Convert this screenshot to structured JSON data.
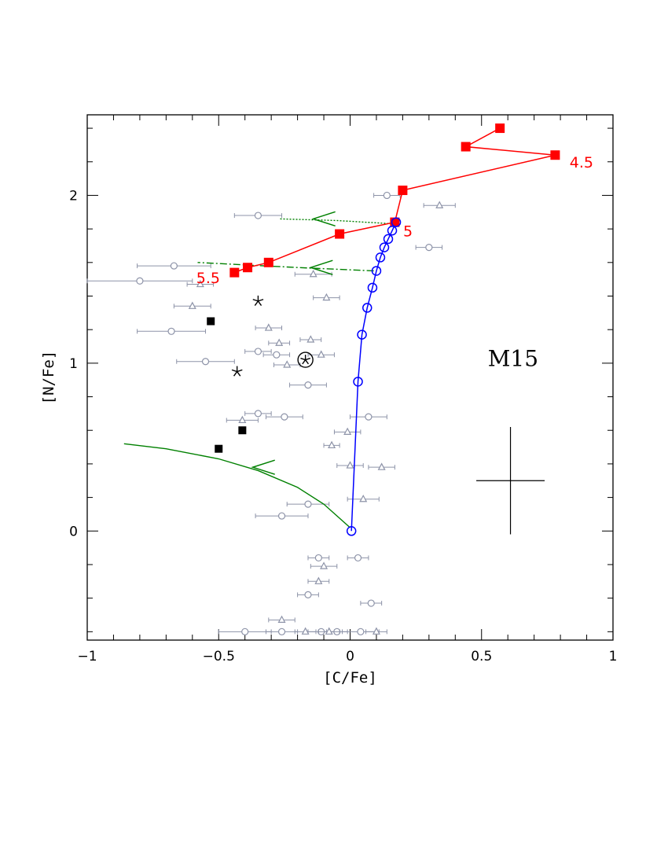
{
  "chart_data": {
    "type": "scatter",
    "title": "",
    "xlabel": "[C/Fe]",
    "ylabel": "[N/Fe]",
    "xlim": [
      -1,
      1
    ],
    "ylim": [
      -0.65,
      2.48
    ],
    "x_ticks": [
      {
        "value": -1,
        "label": "−1"
      },
      {
        "value": -0.5,
        "label": "−0.5"
      },
      {
        "value": 0,
        "label": "0"
      },
      {
        "value": 0.5,
        "label": "0.5"
      },
      {
        "value": 1,
        "label": "1"
      }
    ],
    "y_ticks": [
      {
        "value": 0,
        "label": "0"
      },
      {
        "value": 1,
        "label": "1"
      },
      {
        "value": 2,
        "label": "2"
      }
    ],
    "grid": false,
    "annotations": [
      {
        "text": "M15",
        "x": 0.62,
        "y": 1.03
      }
    ],
    "colors": {
      "model_red": "#ff0000",
      "model_blue": "#0000ff",
      "dilution_green": "#008000",
      "observed": "#8d93a8",
      "black": "#000000"
    },
    "red_track": {
      "points": [
        {
          "x": 0.57,
          "y": 2.4
        },
        {
          "x": 0.44,
          "y": 2.29
        },
        {
          "x": 0.78,
          "y": 2.24
        },
        {
          "x": 0.2,
          "y": 2.03
        },
        {
          "x": 0.17,
          "y": 1.84
        },
        {
          "x": -0.04,
          "y": 1.77
        },
        {
          "x": -0.31,
          "y": 1.6
        },
        {
          "x": -0.39,
          "y": 1.57
        },
        {
          "x": -0.44,
          "y": 1.54
        }
      ],
      "labels": [
        {
          "text": "4.5",
          "x": 0.88,
          "y": 2.2
        },
        {
          "text": "5",
          "x": 0.22,
          "y": 1.79
        },
        {
          "text": "5.5",
          "x": -0.54,
          "y": 1.51
        }
      ]
    },
    "blue_track": {
      "points": [
        {
          "x": 0.005,
          "y": 0.0
        },
        {
          "x": 0.03,
          "y": 0.89
        },
        {
          "x": 0.045,
          "y": 1.17
        },
        {
          "x": 0.065,
          "y": 1.33
        },
        {
          "x": 0.085,
          "y": 1.45
        },
        {
          "x": 0.1,
          "y": 1.55
        },
        {
          "x": 0.115,
          "y": 1.63
        },
        {
          "x": 0.13,
          "y": 1.69
        },
        {
          "x": 0.145,
          "y": 1.74
        },
        {
          "x": 0.16,
          "y": 1.79
        },
        {
          "x": 0.175,
          "y": 1.84
        }
      ]
    },
    "dilution_curves": [
      {
        "style": "solid",
        "points": [
          {
            "x": 0.0,
            "y": 0.02
          },
          {
            "x": -0.1,
            "y": 0.16
          },
          {
            "x": -0.2,
            "y": 0.26
          },
          {
            "x": -0.35,
            "y": 0.36
          },
          {
            "x": -0.5,
            "y": 0.43
          },
          {
            "x": -0.7,
            "y": 0.49
          },
          {
            "x": -0.86,
            "y": 0.52
          }
        ],
        "arrow": {
          "x": -0.37,
          "y": 0.38
        }
      },
      {
        "style": "dash-dot",
        "points": [
          {
            "x": 0.09,
            "y": 1.55
          },
          {
            "x": -0.2,
            "y": 1.57
          },
          {
            "x": -0.58,
            "y": 1.6
          }
        ],
        "arrow": {
          "x": -0.15,
          "y": 1.57
        }
      },
      {
        "style": "dotted",
        "points": [
          {
            "x": 0.17,
            "y": 1.83
          },
          {
            "x": -0.05,
            "y": 1.85
          },
          {
            "x": -0.27,
            "y": 1.86
          }
        ],
        "arrow": {
          "x": -0.14,
          "y": 1.86
        }
      }
    ],
    "observed_circles": [
      {
        "x": 0.14,
        "y": 2.0,
        "err": 0.05
      },
      {
        "x": -0.35,
        "y": 1.88,
        "err": 0.09
      },
      {
        "x": 0.3,
        "y": 1.69,
        "err": 0.05
      },
      {
        "x": -0.67,
        "y": 1.58,
        "err": 0.14
      },
      {
        "x": -0.8,
        "y": 1.49,
        "err": 0.2
      },
      {
        "x": -0.68,
        "y": 1.19,
        "err": 0.13
      },
      {
        "x": -0.35,
        "y": 1.07,
        "err": 0.05
      },
      {
        "x": -0.28,
        "y": 1.05,
        "err": 0.05
      },
      {
        "x": -0.55,
        "y": 1.01,
        "err": 0.11
      },
      {
        "x": -0.16,
        "y": 0.87,
        "err": 0.07
      },
      {
        "x": -0.35,
        "y": 0.7,
        "err": 0.05
      },
      {
        "x": -0.25,
        "y": 0.68,
        "err": 0.07
      },
      {
        "x": 0.07,
        "y": 0.68,
        "err": 0.07
      },
      {
        "x": -0.16,
        "y": 0.16,
        "err": 0.08
      },
      {
        "x": -0.26,
        "y": 0.09,
        "err": 0.1
      },
      {
        "x": -0.12,
        "y": -0.16,
        "err": 0.04
      },
      {
        "x": 0.03,
        "y": -0.16,
        "err": 0.04
      },
      {
        "x": -0.16,
        "y": -0.38,
        "err": 0.04
      },
      {
        "x": 0.08,
        "y": -0.43,
        "err": 0.04
      },
      {
        "x": -0.4,
        "y": -0.6,
        "err": 0.1
      },
      {
        "x": -0.26,
        "y": -0.6,
        "err": 0.06
      },
      {
        "x": -0.11,
        "y": -0.6,
        "err": 0.05
      },
      {
        "x": -0.05,
        "y": -0.6,
        "err": 0.04
      },
      {
        "x": 0.04,
        "y": -0.6,
        "err": 0.07
      }
    ],
    "observed_triangles": [
      {
        "x": 0.34,
        "y": 1.94,
        "err": 0.06
      },
      {
        "x": -0.14,
        "y": 1.53,
        "err": 0.07
      },
      {
        "x": -0.57,
        "y": 1.47,
        "err": 0.05
      },
      {
        "x": -0.6,
        "y": 1.34,
        "err": 0.07
      },
      {
        "x": -0.09,
        "y": 1.39,
        "err": 0.05
      },
      {
        "x": -0.31,
        "y": 1.21,
        "err": 0.05
      },
      {
        "x": -0.15,
        "y": 1.14,
        "err": 0.04
      },
      {
        "x": -0.27,
        "y": 1.12,
        "err": 0.04
      },
      {
        "x": -0.11,
        "y": 1.05,
        "err": 0.05
      },
      {
        "x": -0.24,
        "y": 0.99,
        "err": 0.05
      },
      {
        "x": -0.41,
        "y": 0.66,
        "err": 0.06
      },
      {
        "x": -0.01,
        "y": 0.59,
        "err": 0.05
      },
      {
        "x": -0.07,
        "y": 0.51,
        "err": 0.03
      },
      {
        "x": 0.0,
        "y": 0.39,
        "err": 0.05
      },
      {
        "x": 0.12,
        "y": 0.38,
        "err": 0.05
      },
      {
        "x": 0.05,
        "y": 0.19,
        "err": 0.06
      },
      {
        "x": -0.1,
        "y": -0.21,
        "err": 0.05
      },
      {
        "x": -0.12,
        "y": -0.3,
        "err": 0.04
      },
      {
        "x": -0.26,
        "y": -0.53,
        "err": 0.05
      },
      {
        "x": -0.17,
        "y": -0.6,
        "err": 0.04
      },
      {
        "x": -0.08,
        "y": -0.6,
        "err": 0.04
      },
      {
        "x": 0.1,
        "y": -0.6,
        "err": 0.04
      }
    ],
    "black_squares": [
      {
        "x": -0.53,
        "y": 1.25
      },
      {
        "x": -0.41,
        "y": 0.6
      },
      {
        "x": -0.5,
        "y": 0.49
      }
    ],
    "black_asterisks": [
      {
        "x": -0.35,
        "y": 1.37
      },
      {
        "x": -0.43,
        "y": 0.95
      }
    ],
    "circled_asterisk": {
      "x": -0.17,
      "y": 1.02
    },
    "typical_error_bar": {
      "x": 0.61,
      "y": 0.3,
      "xerr": 0.13,
      "yerr": 0.32
    }
  }
}
